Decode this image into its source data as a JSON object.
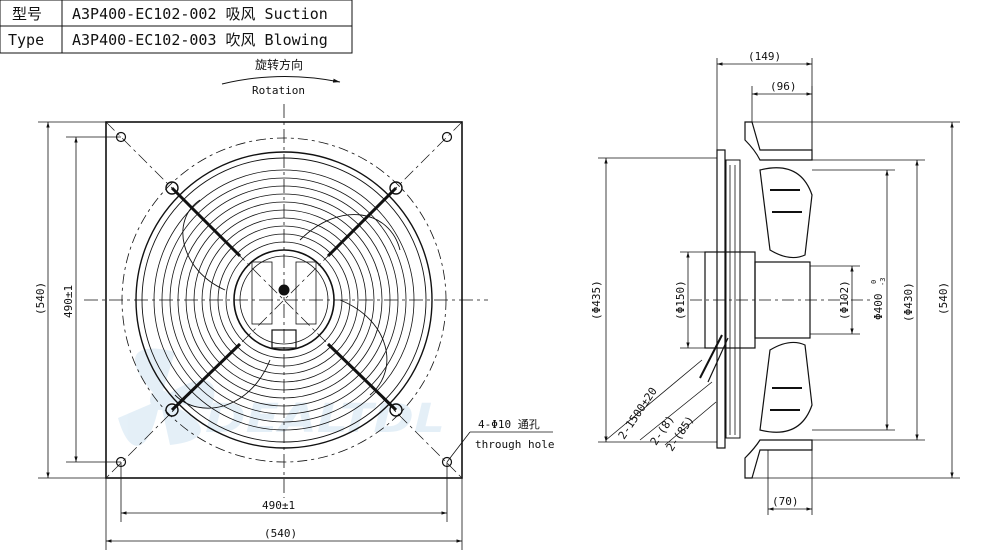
{
  "model_table": {
    "rows": [
      {
        "label": "型号",
        "value": "A3P400-EC102-002 吸风 Suction"
      },
      {
        "label": "Type",
        "value": "A3P400-EC102-003 吹风 Blowing"
      }
    ]
  },
  "rotation": {
    "cn": "旋转方向",
    "en": "Rotation"
  },
  "front_view": {
    "dim_490_vertical": "490±1",
    "dim_540_vertical": "(540)",
    "dim_490_horizontal": "490±1",
    "dim_540_horizontal": "(540)",
    "hole_label_cn": "4-Φ10 通孔",
    "hole_label_en": "through hole"
  },
  "side_view": {
    "dim_149": "(149)",
    "dim_96": "(96)",
    "dim_70": "(70)",
    "dim_435": "(Φ435)",
    "dim_150": "(Φ150)",
    "dim_102": "(Φ102)",
    "dim_400": "Φ400",
    "dim_400_tol_upper": "0",
    "dim_400_tol_lower": "-3",
    "dim_430": "(Φ430)",
    "dim_540": "(540)",
    "cable_1": "2-1500±20",
    "cable_2": "2-(8)",
    "cable_3": "2-(85)"
  },
  "watermark": {
    "text": "DEALTDL"
  },
  "colors": {
    "line": "#111111",
    "watermark": "#cfe3f2"
  }
}
